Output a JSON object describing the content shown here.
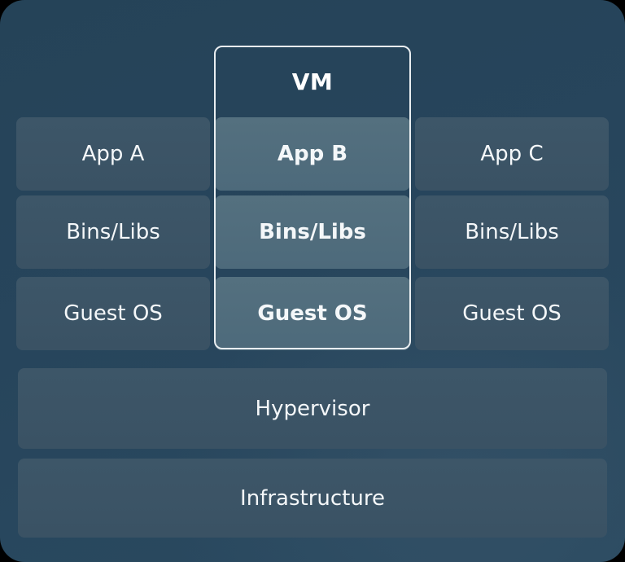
{
  "diagram": {
    "title": "VM",
    "highlight_box": {
      "label": "VM",
      "border_color": "#e9eef1"
    },
    "colors": {
      "canvas": "#25425a",
      "side_box": "#3b5467",
      "middle_box": "#506d80",
      "base_box": "#3b5467",
      "text": "#f4f7f9",
      "outline": "#e9eef1"
    },
    "columns": [
      {
        "id": "left",
        "emphasis": "normal",
        "cells": [
          {
            "label": "App A"
          },
          {
            "label": "Bins/Libs"
          },
          {
            "label": "Guest OS"
          }
        ]
      },
      {
        "id": "middle",
        "emphasis": "bold",
        "cells": [
          {
            "label": "App B"
          },
          {
            "label": "Bins/Libs"
          },
          {
            "label": "Guest OS"
          }
        ]
      },
      {
        "id": "right",
        "emphasis": "normal",
        "cells": [
          {
            "label": "App C"
          },
          {
            "label": "Bins/Libs"
          },
          {
            "label": "Guest OS"
          }
        ]
      }
    ],
    "base_layers": [
      {
        "label": "Hypervisor"
      },
      {
        "label": "Infrastructure"
      }
    ]
  }
}
